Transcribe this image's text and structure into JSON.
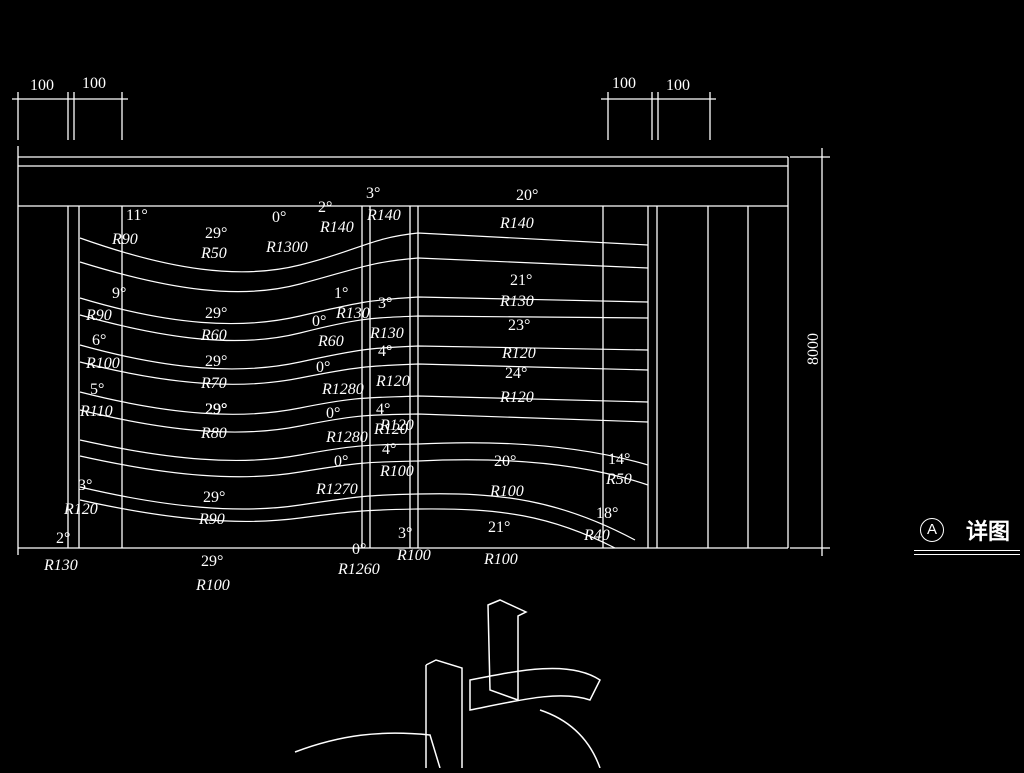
{
  "title": {
    "circle_letter": "A",
    "text": "详图"
  },
  "top_dims": [
    "100",
    "100",
    "100",
    "100"
  ],
  "side_dim": "8000",
  "angles": [
    "11°",
    "29°",
    "0°",
    "2°",
    "3°",
    "20°",
    "9°",
    "29°",
    "1°",
    "3°",
    "21°",
    "6°",
    "29°",
    "0°",
    "23°",
    "4°",
    "29°",
    "0°",
    "24°",
    "5°",
    "29°",
    "0°",
    "4°",
    "29°",
    "0°",
    "4°",
    "20°",
    "14°",
    "29°",
    "3°",
    "18°",
    "21°",
    "2°",
    "29°",
    "0°",
    "3°"
  ],
  "radii": [
    "R90",
    "R50",
    "R1300",
    "R140",
    "R140",
    "R140",
    "R90",
    "R60",
    "R130",
    "R130",
    "R130",
    "R100",
    "R70",
    "R60",
    "R120",
    "R120",
    "R110",
    "R80",
    "R1280",
    "R120",
    "R120",
    "R1280",
    "R120",
    "R1270",
    "R100",
    "R100",
    "R50",
    "R120",
    "R90",
    "R40",
    "R130",
    "R100",
    "R1260",
    "R100",
    "R100"
  ]
}
